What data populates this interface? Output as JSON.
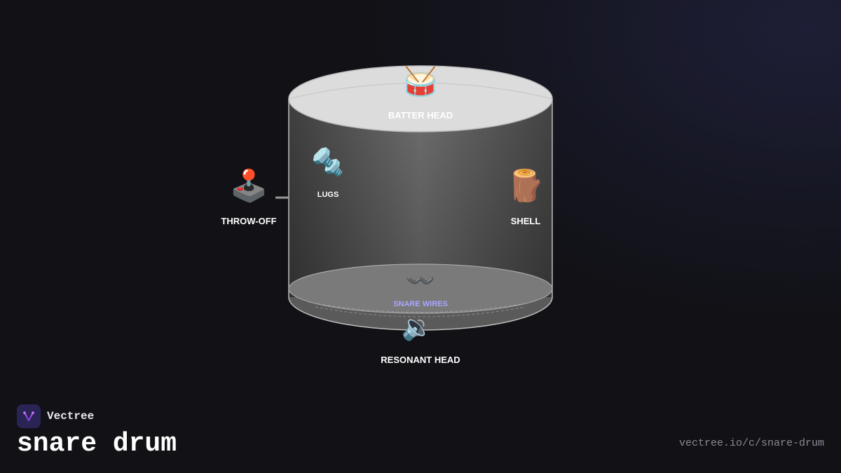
{
  "diagram": {
    "parts": {
      "batter_head": {
        "label": "BATTER HEAD",
        "icon": "drum-icon",
        "glyph": "🥁"
      },
      "lugs": {
        "label": "LUGS",
        "icon": "bolt-icon",
        "glyph": "🔩"
      },
      "throw_off": {
        "label": "THROW-OFF",
        "icon": "joystick-icon",
        "glyph": "🕹️"
      },
      "shell": {
        "label": "SHELL",
        "icon": "wood-log-icon",
        "glyph": "🪵"
      },
      "snare_wires": {
        "label": "SNARE WIRES",
        "icon": "wavy-wire-icon",
        "glyph": "〰️",
        "color": "#a9a6ff"
      },
      "resonant_head": {
        "label": "RESONANT HEAD",
        "icon": "speaker-icon",
        "glyph": "🔉"
      }
    }
  },
  "brand": {
    "name": "Vectree",
    "icon": "vectree-logo-icon",
    "accent": "#b455e6"
  },
  "page": {
    "title": "snare drum",
    "url": "vectree.io/c/snare-drum"
  }
}
